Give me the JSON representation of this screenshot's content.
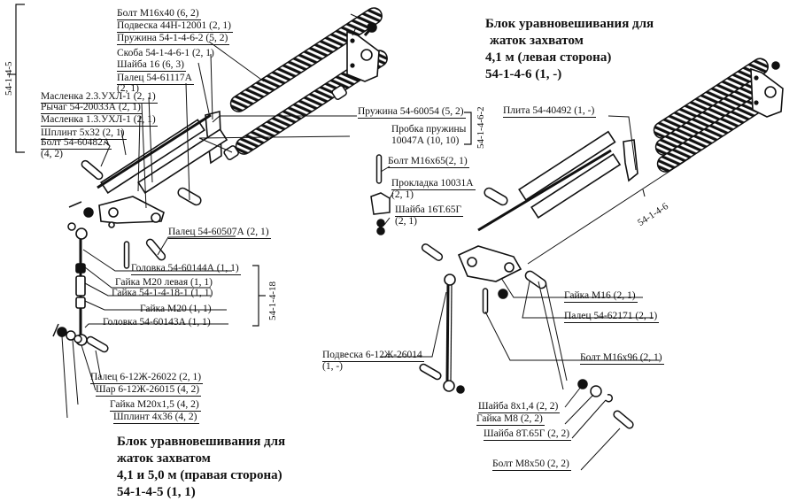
{
  "titles": {
    "left_block": [
      "Блок уравновешивания для",
      "жаток захватом",
      "4,1 и 5,0 м (правая сторона)",
      "54-1-4-5 (1, 1)"
    ],
    "right_block": [
      "Блок уравновешивания для",
      " жаток захватом",
      "4,1 м (левая сторона)",
      "54-1-4-6 (1, -)"
    ]
  },
  "group_marks": {
    "g_54_1_4_5": "54-1-4-5",
    "g_54_1_4_6_2": "54-1-4-6-2",
    "g_54_1_4_18": "54-1-4-18",
    "g_54_1_4_6": "54-1-4-6"
  },
  "labels": {
    "bolt_m16x40": "Болт М16х40 (6, 2)",
    "podveska_44n": "Подвеска 44Н-12001 (2, 1)",
    "pruzhina_54_1_4_6_2": "Пружина 54-1-4-6-2 (5, 2)",
    "skoba": "Скоба 54-1-4-6-1 (2, 1)",
    "shaiba_16": "Шайба 16 (6, 3)",
    "palec_61117a_1": "Палец 54-61117А",
    "palec_61117a_2": "(2, 1)",
    "maslenka_23": "Масленка 2.3.УХЛ-1 (2, 1)",
    "rychag": "Рычаг 54-20033А (2, 1)",
    "maslenka_13": "Масленка 1.3.УХЛ-1 (2, 1)",
    "shplint_5x32": "Шплинт 5х32 (2, 1)",
    "bolt_60482a_1": "Болт 54-60482А",
    "bolt_60482a_2": "(4, 2)",
    "pruzhina_60054": "Пружина 54-60054 (5, 2)",
    "probka_1": "Пробка пружины",
    "probka_2": "10047А (10, 10)",
    "bolt_m16x65": "Болт М16х65(2, 1)",
    "prokladka_1": "Прокладка 10031А",
    "prokladka_2": "(2, 1)",
    "shaiba_16t_1": "Шайба 16Т.65Г",
    "shaiba_16t_2": "(2, 1)",
    "plita": "Плита 54-40492 (1, -)",
    "palec_60507a": "Палец 54-60507А (2, 1)",
    "golovka_60144a": "Головка 54-60144А (1, 1)",
    "gaika_m20_lev": "Гайка М20 левая (1, 1)",
    "gaika_18_1": "Гайка 54-1-4-18-1 (1, 1)",
    "gaika_m20": "Гайка М20 (1, 1)",
    "golovka_60143a": "Головка 54-60143А (1, 1)",
    "palec_26022": "Палец 6-12Ж-26022 (2, 1)",
    "shar_26015": "Шар 6-12Ж-26015 (4, 2)",
    "gaika_m20x15": "Гайка М20х1,5 (4, 2)",
    "shplint_4x36": "Шплинт 4х36 (4, 2)",
    "gaika_m16": "Гайка М16 (2, 1)",
    "palec_62171": "Палец 54-62171 (2, 1)",
    "bolt_m16x96": "Болт М16х96 (2, 1)",
    "podveska_26014_1": "Подвеска 6-12Ж-26014",
    "podveska_26014_2": "(1, -)",
    "shaiba_8x14": "Шайба 8х1,4 (2, 2)",
    "gaika_m8": "Гайка М8 (2, 2)",
    "shaiba_8t": "Шайба 8Т.65Г (2, 2)",
    "bolt_m8x50": "Болт М8х50 (2, 2)"
  }
}
